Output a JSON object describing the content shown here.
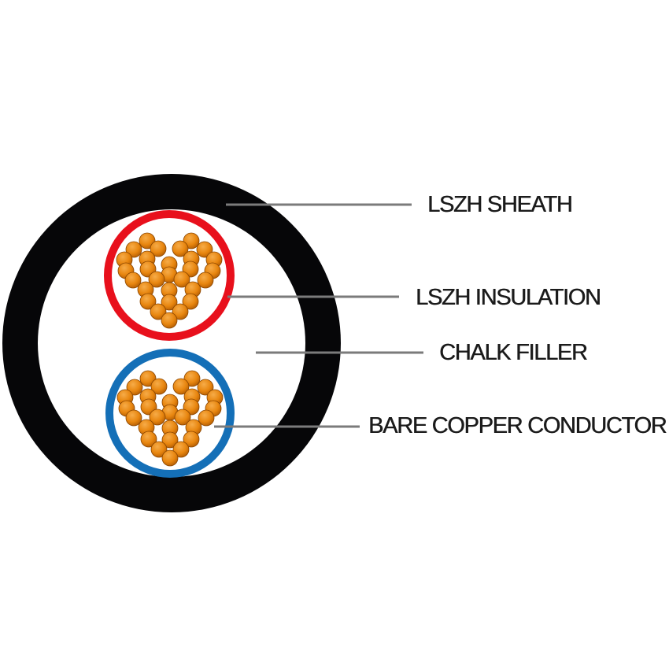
{
  "diagram": {
    "type": "cable-cross-section",
    "labels": {
      "sheath": "LSZH SHEATH",
      "insulation": "LSZH INSULATION",
      "filler": "CHALK FILLER",
      "conductor": "BARE COPPER CONDUCTOR"
    }
  },
  "colors": {
    "sheath": "#060608",
    "insulation_red": "#e8101c",
    "insulation_blue": "#146fb7",
    "filler_white": "#ffffff",
    "copper_light": "#f6ac49",
    "copper_mid": "#e8860f",
    "copper_dark": "#a85400",
    "copper_edge": "#8a4500",
    "leader_line": "#7b7b7b",
    "label_text": "#1b1b1b"
  },
  "cable": {
    "core_count": 2,
    "strand_radius": 10,
    "strand_offsets": [
      [
        -28,
        -44
      ],
      [
        28,
        -44
      ],
      [
        -45,
        -33
      ],
      [
        -14,
        -34
      ],
      [
        14,
        -34
      ],
      [
        45,
        -33
      ],
      [
        -57,
        -20
      ],
      [
        -28,
        -21
      ],
      [
        28,
        -21
      ],
      [
        57,
        -20
      ],
      [
        0,
        -14
      ],
      [
        -55,
        -6
      ],
      [
        -27,
        -8
      ],
      [
        27,
        -8
      ],
      [
        55,
        -6
      ],
      [
        0,
        -1
      ],
      [
        -46,
        6
      ],
      [
        -16,
        5
      ],
      [
        16,
        5
      ],
      [
        46,
        6
      ],
      [
        -30,
        18
      ],
      [
        0,
        19
      ],
      [
        30,
        18
      ],
      [
        -27,
        33
      ],
      [
        0,
        34
      ],
      [
        27,
        33
      ],
      [
        -14,
        46
      ],
      [
        14,
        46
      ],
      [
        0,
        57
      ]
    ]
  }
}
